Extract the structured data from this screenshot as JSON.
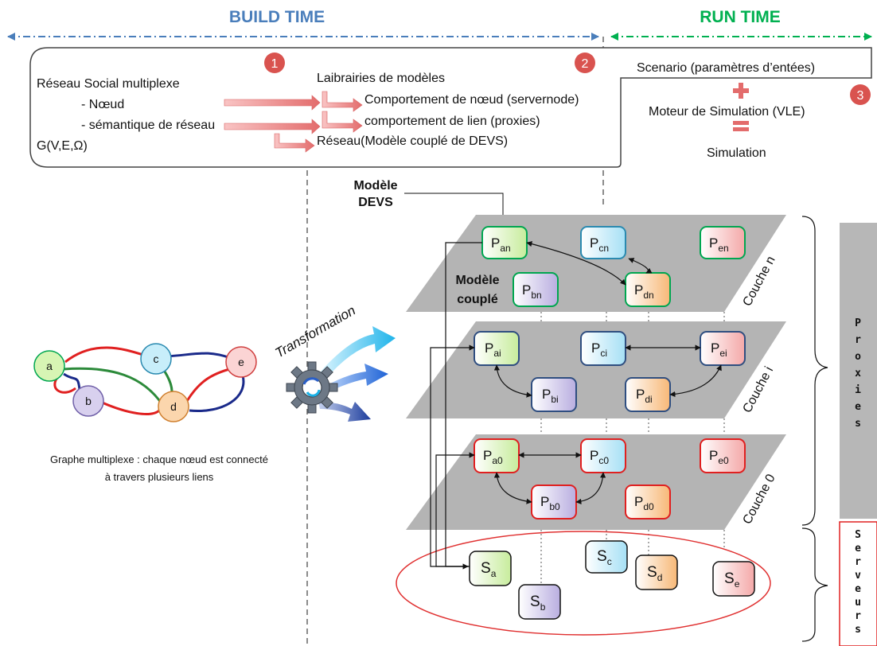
{
  "header": {
    "build_time": "BUILD TIME",
    "run_time": "RUN TIME"
  },
  "badges": [
    "1",
    "2",
    "3"
  ],
  "panel": {
    "social_title": "Réseau Social multiplexe",
    "social_node": "- Nœud",
    "social_semantic": "- sémantique de réseau",
    "social_graph": "G(V,E,Ω)",
    "libraries_title": "Laibrairies de modèles",
    "node_behaviour": "Comportement de nœud (servernode)",
    "link_behaviour": "comportement de lien (proxies)",
    "network": "Réseau(Modèle couplé de DEVS)",
    "scenario": "Scenario (paramètres d’entées)",
    "engine": "Moteur de Simulation (VLE)",
    "simulation": "Simulation"
  },
  "labels": {
    "devs_model_line1": "Modèle",
    "devs_model_line2": "DEVS",
    "coupled_line1": "Modèle",
    "coupled_line2": "couplé",
    "transformation": "Transformation",
    "caption_line1": "Graphe multiplexe : chaque nœud est connecté",
    "caption_line2": "à travers plusieurs liens",
    "proxies": "Proxies",
    "serveurs": "Serveurs"
  },
  "layers": [
    {
      "name": "Couche n",
      "nodes": [
        "an",
        "cn",
        "en",
        "bn",
        "dn"
      ]
    },
    {
      "name": "Couche i",
      "nodes": [
        "ai",
        "ci",
        "ei",
        "bi",
        "di"
      ]
    },
    {
      "name": "Couche 0",
      "nodes": [
        "a0",
        "c0",
        "e0",
        "b0",
        "d0"
      ]
    }
  ],
  "proxy_prefix": "P",
  "server_prefix": "S",
  "servers": [
    "a",
    "b",
    "c",
    "d",
    "e"
  ],
  "graph_nodes": [
    "a",
    "b",
    "c",
    "d",
    "e"
  ],
  "colors": {
    "build_time": "#4a7ebb",
    "run_time": "#00b050",
    "badge": "#d9534f",
    "arrow": "#e36c6c",
    "a_fill": "#d7f5b4",
    "a_stroke": "#00a650",
    "b_fill": "#d8d0ee",
    "b_stroke": "#7060a8",
    "c_fill": "#c8eefa",
    "c_stroke": "#2a8ab0",
    "d_fill": "#fbd6ad",
    "d_stroke": "#d08030",
    "e_fill": "#fbd4d4",
    "e_stroke": "#d04040",
    "layer_gray": "#b4b4b4",
    "proxies_bar": "#b7b7b7",
    "server_ellipse": "#e03030"
  }
}
